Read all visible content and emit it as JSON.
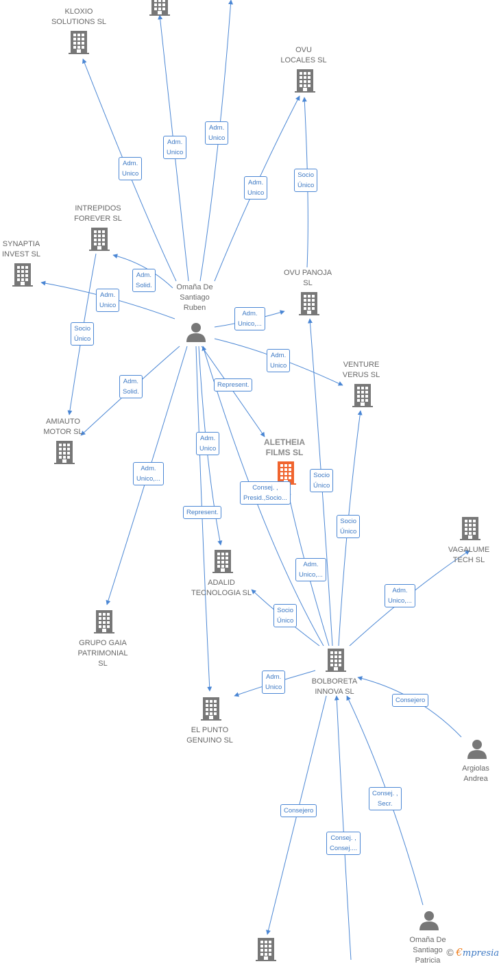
{
  "nodes": [
    {
      "id": "kloxio",
      "name": "KLOXIO\nSOLUTIONS  SL",
      "type": "company"
    },
    {
      "id": "top_unnamed",
      "name": "",
      "type": "company"
    },
    {
      "id": "ovu_locales",
      "name": "OVU\nLOCALES  SL",
      "type": "company"
    },
    {
      "id": "intrepidos",
      "name": "INTREPIDOS\nFOREVER  SL",
      "type": "company"
    },
    {
      "id": "synaptia",
      "name": "SYNAPTIA\nINVEST  SL",
      "type": "company"
    },
    {
      "id": "ruben",
      "name": "Omaña De\nSantiago\nRuben",
      "type": "person"
    },
    {
      "id": "ovu_panoja",
      "name": "OVU PANOJA\nSL",
      "type": "company"
    },
    {
      "id": "venture",
      "name": "VENTURE\nVERUS  SL",
      "type": "company"
    },
    {
      "id": "amiauto",
      "name": "AMIAUTO\nMOTOR  SL",
      "type": "company"
    },
    {
      "id": "aletheia",
      "name": "ALETHEIA\nFILMS  SL",
      "type": "company_main"
    },
    {
      "id": "vagalume",
      "name": "VAGALUME\nTECH  SL",
      "type": "company"
    },
    {
      "id": "adalid",
      "name": "ADALID\nTECNOLOGIA SL",
      "type": "company"
    },
    {
      "id": "gaia",
      "name": "GRUPO GAIA\nPATRIMONIAL\nSL",
      "type": "company"
    },
    {
      "id": "bolboreta",
      "name": "BOLBORETA\nINNOVA  SL",
      "type": "company"
    },
    {
      "id": "el_punto",
      "name": "EL PUNTO\nGENUINO  SL",
      "type": "company"
    },
    {
      "id": "argiolas",
      "name": "Argiolas\nAndrea",
      "type": "person"
    },
    {
      "id": "bottom_unnamed",
      "name": "",
      "type": "company"
    },
    {
      "id": "patricia",
      "name": "Omaña De\nSantiago\nPatricia",
      "type": "person"
    }
  ],
  "edges": [
    {
      "label": "Adm.\nUnico"
    },
    {
      "label": "Adm.\nUnico"
    },
    {
      "label": "Adm.\nUnico"
    },
    {
      "label": "Adm.\nUnico"
    },
    {
      "label": "Socio\nÚnico"
    },
    {
      "label": "Adm.\nSolid."
    },
    {
      "label": "Adm.\nUnico"
    },
    {
      "label": "Socio\nÚnico"
    },
    {
      "label": "Adm.\nUnico,..."
    },
    {
      "label": "Adm.\nUnico"
    },
    {
      "label": "Adm.\nSolid."
    },
    {
      "label": "Represent."
    },
    {
      "label": "Adm.\nUnico"
    },
    {
      "label": "Adm.\nUnico,..."
    },
    {
      "label": "Represent."
    },
    {
      "label": "Consej. ,\nPresid.,Socio..."
    },
    {
      "label": "Socio\nÚnico"
    },
    {
      "label": "Socio\nÚnico"
    },
    {
      "label": "Adm.\nUnico,..."
    },
    {
      "label": "Adm.\nUnico,..."
    },
    {
      "label": "Socio\nÚnico"
    },
    {
      "label": "Adm.\nUnico"
    },
    {
      "label": "Consejero"
    },
    {
      "label": "Consejero"
    },
    {
      "label": "Consej. ,\nConsej...."
    },
    {
      "label": "Consej. ,\nSecr."
    }
  ],
  "footer": {
    "copyright": "©",
    "brand_first": "€",
    "brand_rest": "mpresia"
  },
  "colors": {
    "edge": "#4a86d4",
    "icon": "#777777",
    "highlight": "#f0642e"
  }
}
